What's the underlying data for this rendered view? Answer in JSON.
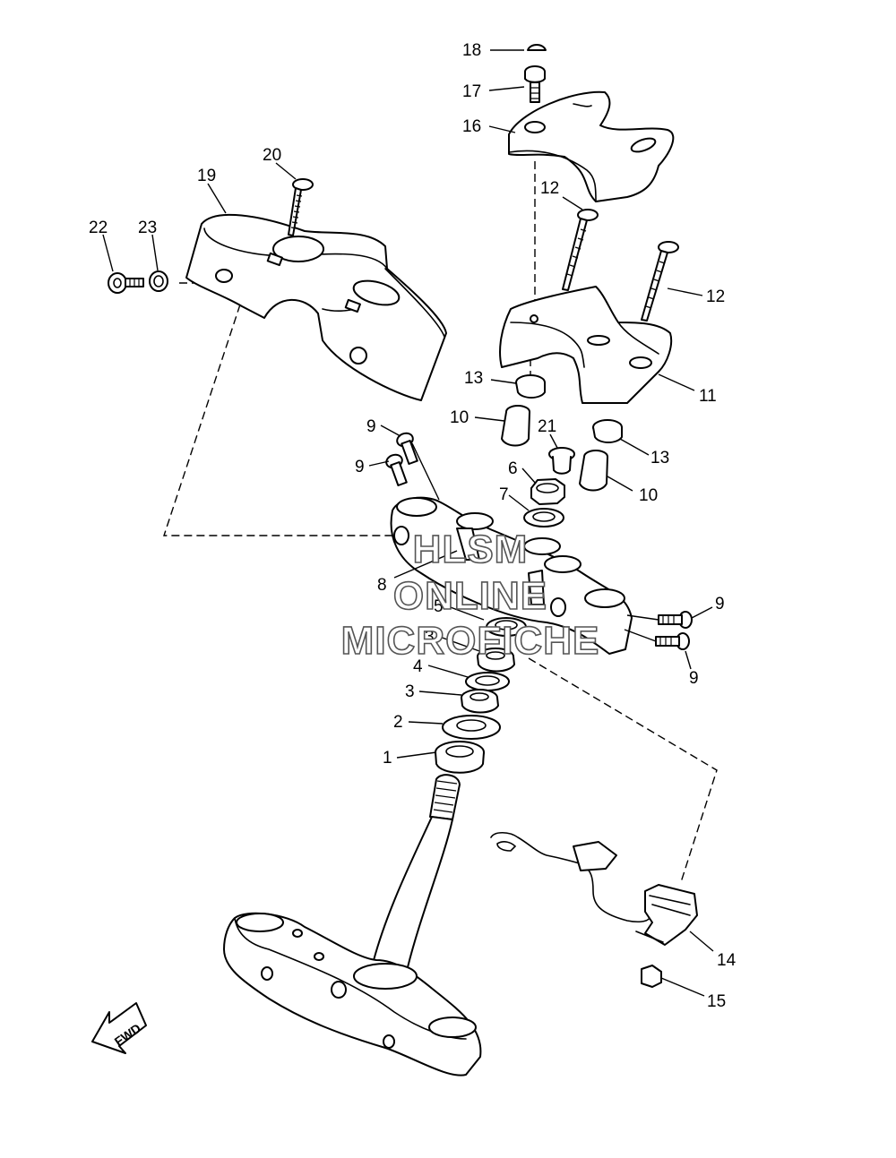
{
  "diagram": {
    "callouts": [
      "1",
      "2",
      "3",
      "3",
      "4",
      "5",
      "6",
      "7",
      "8",
      "9",
      "9",
      "9",
      "9",
      "10",
      "10",
      "11",
      "12",
      "12",
      "13",
      "13",
      "14",
      "15",
      "16",
      "17",
      "18",
      "19",
      "20",
      "21",
      "22",
      "23"
    ],
    "labels": {
      "n1": "1",
      "n2": "2",
      "n3a": "3",
      "n3b": "3",
      "n4": "4",
      "n5": "5",
      "n6": "6",
      "n7": "7",
      "n8": "8",
      "n9a": "9",
      "n9b": "9",
      "n9c": "9",
      "n9d": "9",
      "n10a": "10",
      "n10b": "10",
      "n11": "11",
      "n12a": "12",
      "n12b": "12",
      "n13a": "13",
      "n13b": "13",
      "n14": "14",
      "n15": "15",
      "n16": "16",
      "n17": "17",
      "n18": "18",
      "n19": "19",
      "n20": "20",
      "n21": "21",
      "n22": "22",
      "n23": "23"
    },
    "fwd_label": "FWD",
    "watermark": [
      "HLSM",
      "ONLINE",
      "MICROFICHE"
    ],
    "colors": {
      "line": "#000000",
      "background": "#ffffff",
      "watermark_outline": "#555555"
    }
  }
}
